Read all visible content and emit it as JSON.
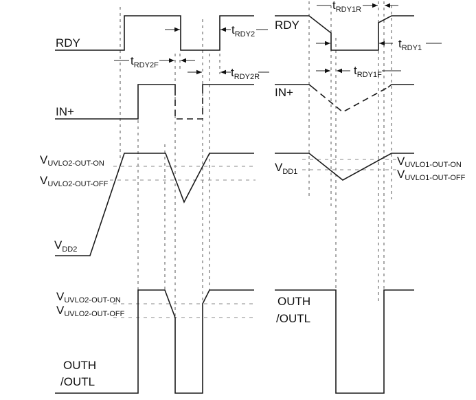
{
  "diagram": {
    "left_panel": {
      "signals": {
        "rdy": {
          "label": "RDY"
        },
        "in_plus": {
          "label": "IN+"
        },
        "vdd": {
          "label_main": "V",
          "label_sub": "DD2"
        },
        "out": {
          "label_line1": "OUTH",
          "label_line2": "/OUTL"
        }
      },
      "thresholds": {
        "on": {
          "main": "V",
          "sub": "UVLO2-OUT-ON"
        },
        "off": {
          "main": "V",
          "sub": "UVLO2-OUT-OFF"
        }
      },
      "timings": {
        "t_rdy2f": {
          "main": "t",
          "sub": "RDY2F"
        },
        "t_rdy2": {
          "main": "t",
          "sub": "RDY2"
        },
        "t_rdy2r": {
          "main": "t",
          "sub": "RDY2R"
        }
      }
    },
    "right_panel": {
      "signals": {
        "rdy": {
          "label": "RDY"
        },
        "in_plus": {
          "label": "IN+"
        },
        "vdd": {
          "label_main": "V",
          "label_sub": "DD1"
        },
        "out": {
          "label_line1": "OUTH",
          "label_line2": "/OUTL"
        }
      },
      "thresholds": {
        "on": {
          "main": "V",
          "sub": "UVLO1-OUT-ON"
        },
        "off": {
          "main": "V",
          "sub": "UVLO1-OUT-OFF"
        }
      },
      "timings": {
        "t_rdy1r": {
          "main": "t",
          "sub": "RDY1R"
        },
        "t_rdy1": {
          "main": "t",
          "sub": "RDY1"
        },
        "t_rdy1f": {
          "main": "t",
          "sub": "RDY1F"
        }
      }
    }
  }
}
